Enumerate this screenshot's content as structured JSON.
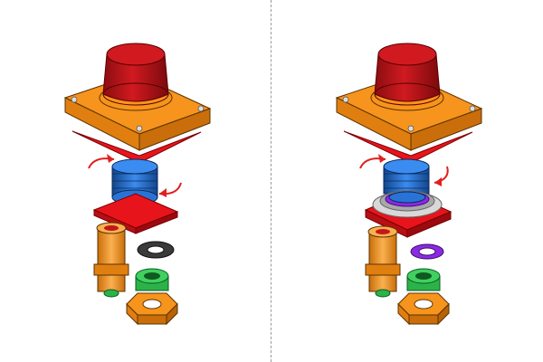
{
  "colors": {
    "housing": "#f7941d",
    "housing_dark": "#c96e0a",
    "lens": "#c4161c",
    "lens_dark": "#8a0d10",
    "gasket": "#e8141c",
    "nut_blue": "#2a73d6",
    "nut_blue_dark": "#14468c",
    "washer_black": "#3a3a3a",
    "washer_purple": "#8a2be2",
    "green_ring": "#2bb34a",
    "silver_ring": "#c8c8c8",
    "arrow": "#e02020",
    "divider": "#9a9a9a"
  },
  "panels": [
    {
      "id": "left",
      "variant": "standard",
      "washer_color": "washer_black",
      "has_silver_ring": false
    },
    {
      "id": "right",
      "variant": "with-seal",
      "washer_color": "washer_purple",
      "has_silver_ring": true
    }
  ],
  "icons": {
    "rotate_arrow": "curved-arrow-icon"
  }
}
